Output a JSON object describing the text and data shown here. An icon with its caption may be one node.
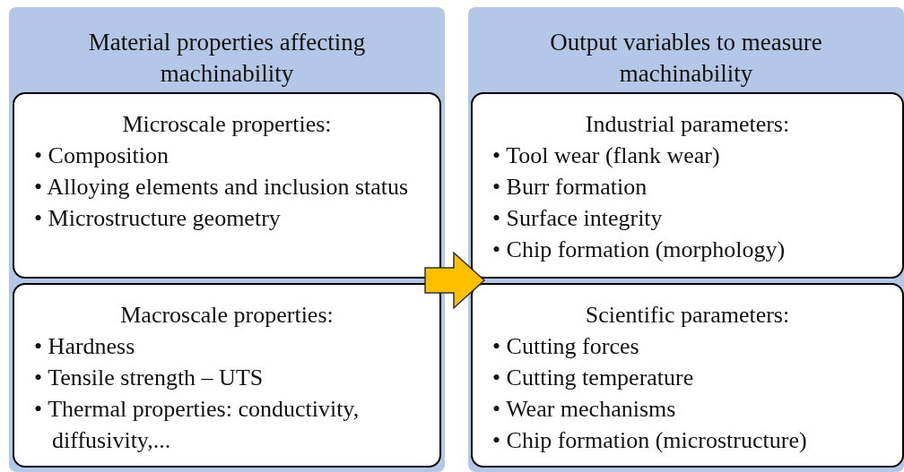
{
  "diagram": {
    "nodes": [
      {
        "text": [
          "Material properties affecting machinability"
        ]
      },
      {
        "text": [
          "Microscale properties:",
          "• Composition",
          "• Alloying elements and inclusion status",
          "• Microstructure geometry"
        ],
        "in": 0
      },
      {
        "text": [
          "Macroscale properties:",
          "• Hardness",
          "• Tensile strength – UTS",
          "• Thermal properties: conductivity, diffusivity,..."
        ],
        "in": 0
      },
      {
        "text": [
          "Output variables to measure machinability"
        ]
      },
      {
        "text": [
          "Industrial parameters:",
          "• Tool wear (flank wear)",
          "• Burr formation",
          "• Surface integrity",
          "• Chip formation (morphology)"
        ],
        "in": 3
      },
      {
        "text": [
          "Scientific parameters:",
          "• Cutting forces",
          "• Cutting temperature",
          "• Wear mechanisms",
          "• Chip formation (microstructure)"
        ],
        "in": 3
      }
    ],
    "edges": [
      {
        "from": 0,
        "to": 3,
        "arrow": "to",
        "style": "thick",
        "color": "#ffc000"
      }
    ]
  }
}
